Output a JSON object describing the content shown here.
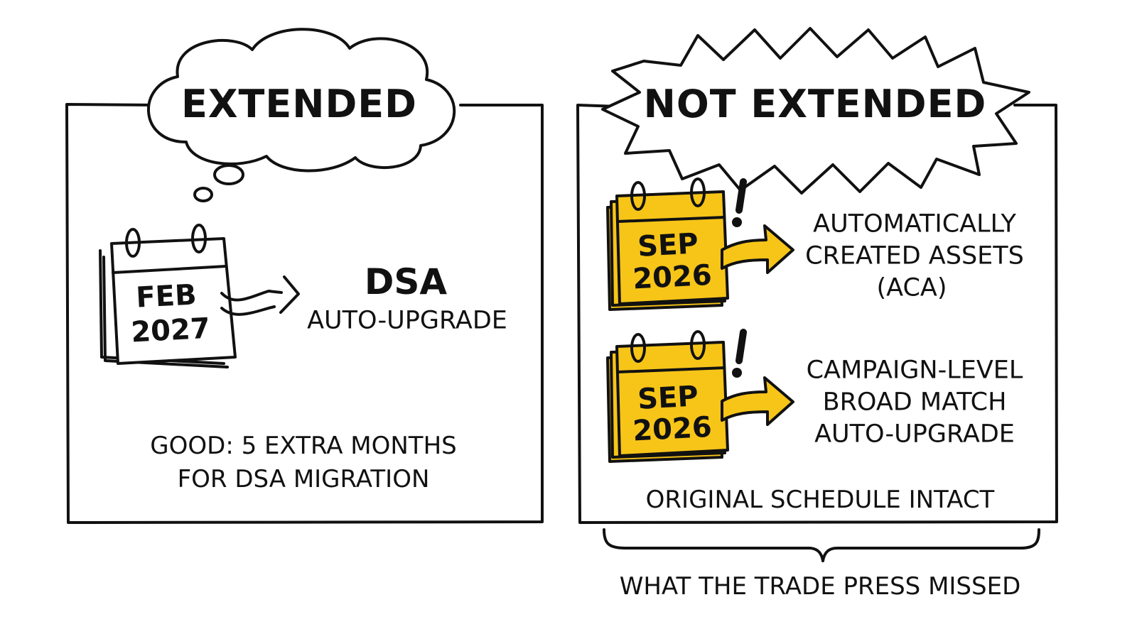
{
  "colors": {
    "ink": "#111111",
    "paper": "#ffffff",
    "highlight": "#f7c518"
  },
  "left_panel": {
    "title": "EXTENDED",
    "calendar": {
      "month": "FEB",
      "year": "2027"
    },
    "target": {
      "line1": "DSA",
      "line2": "AUTO-UPGRADE"
    },
    "caption": {
      "line1": "GOOD: 5 EXTRA MONTHS",
      "line2": "FOR DSA MIGRATION"
    }
  },
  "right_panel": {
    "title": "NOT EXTENDED",
    "items": [
      {
        "calendar": {
          "month": "SEP",
          "year": "2026"
        },
        "alert": "!",
        "target": [
          "AUTOMATICALLY",
          "CREATED ASSETS",
          "(ACA)"
        ]
      },
      {
        "calendar": {
          "month": "SEP",
          "year": "2026"
        },
        "alert": "!",
        "target": [
          "CAMPAIGN-LEVEL",
          "BROAD MATCH",
          "AUTO-UPGRADE"
        ]
      }
    ],
    "caption": "ORIGINAL SCHEDULE INTACT"
  },
  "footer": {
    "brace_caption": "WHAT THE TRADE PRESS MISSED"
  }
}
